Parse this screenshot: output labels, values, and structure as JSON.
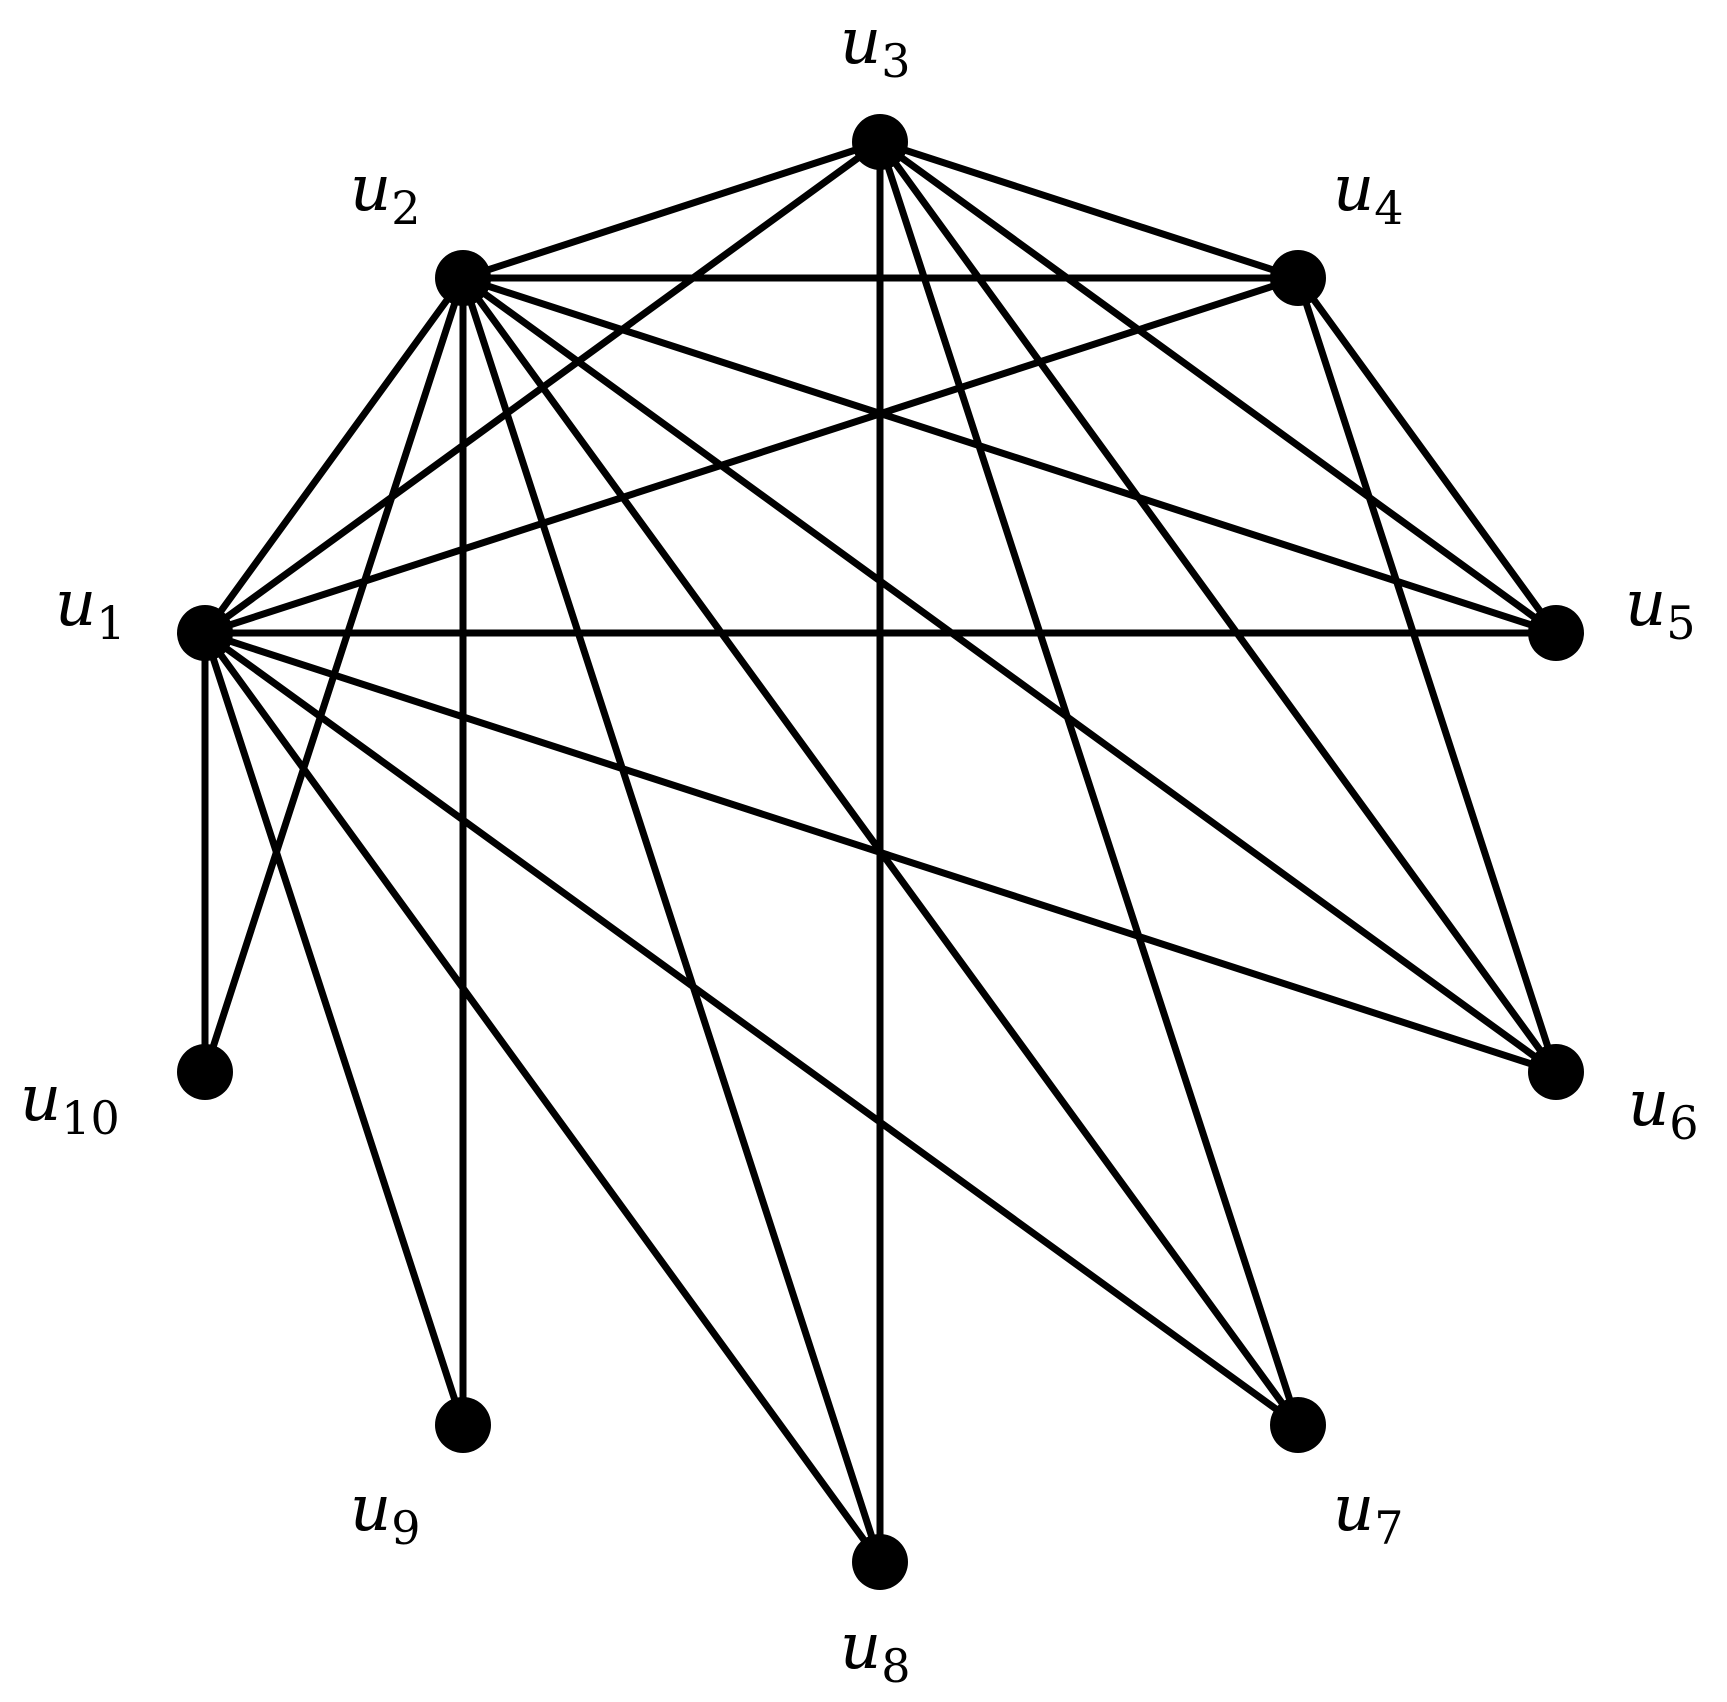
{
  "graph": {
    "vertices": [
      {
        "id": "u1",
        "name": "u",
        "sub": "1"
      },
      {
        "id": "u2",
        "name": "u",
        "sub": "2"
      },
      {
        "id": "u3",
        "name": "u",
        "sub": "3"
      },
      {
        "id": "u4",
        "name": "u",
        "sub": "4"
      },
      {
        "id": "u5",
        "name": "u",
        "sub": "5"
      },
      {
        "id": "u6",
        "name": "u",
        "sub": "6"
      },
      {
        "id": "u7",
        "name": "u",
        "sub": "7"
      },
      {
        "id": "u8",
        "name": "u",
        "sub": "8"
      },
      {
        "id": "u9",
        "name": "u",
        "sub": "9"
      },
      {
        "id": "u10",
        "name": "u",
        "sub": "10"
      }
    ],
    "edges": [
      [
        "u1",
        "u2"
      ],
      [
        "u1",
        "u3"
      ],
      [
        "u1",
        "u4"
      ],
      [
        "u1",
        "u5"
      ],
      [
        "u1",
        "u6"
      ],
      [
        "u1",
        "u7"
      ],
      [
        "u1",
        "u8"
      ],
      [
        "u1",
        "u9"
      ],
      [
        "u1",
        "u10"
      ],
      [
        "u2",
        "u3"
      ],
      [
        "u2",
        "u4"
      ],
      [
        "u2",
        "u5"
      ],
      [
        "u2",
        "u6"
      ],
      [
        "u2",
        "u7"
      ],
      [
        "u2",
        "u8"
      ],
      [
        "u2",
        "u9"
      ],
      [
        "u2",
        "u10"
      ],
      [
        "u3",
        "u4"
      ],
      [
        "u3",
        "u5"
      ],
      [
        "u3",
        "u6"
      ],
      [
        "u3",
        "u7"
      ],
      [
        "u3",
        "u8"
      ],
      [
        "u4",
        "u5"
      ],
      [
        "u4",
        "u6"
      ]
    ]
  }
}
